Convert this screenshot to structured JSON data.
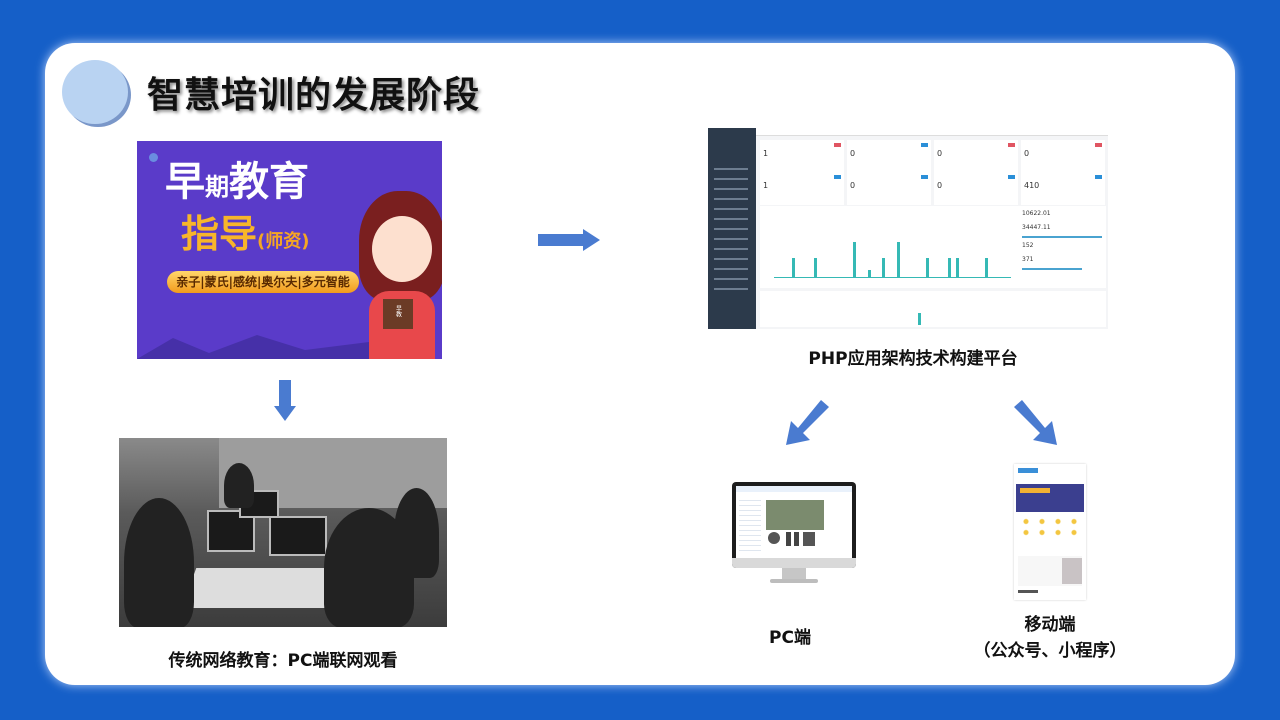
{
  "slide": {
    "title": "智慧培训的发展阶段"
  },
  "early_education": {
    "poster_title_1": "早",
    "poster_title_2": "期",
    "poster_title_3": "教育",
    "poster_subtitle": "指导",
    "poster_subtitle_note": "(师资)",
    "poster_tags": "亲子|蒙氏|感统|奥尔夫|多元智能",
    "book_label": "早教"
  },
  "traditional": {
    "caption": "传统网络教育：PC端联网观看"
  },
  "platform": {
    "caption": "PHP应用架构技术构建平台",
    "dashboard": {
      "stats": [
        "1",
        "0",
        "0",
        "0",
        "1",
        "0",
        "0",
        "410"
      ],
      "side_values": [
        "10622.01",
        "34447.11",
        "152",
        "371"
      ]
    }
  },
  "pc": {
    "caption": "PC端"
  },
  "mobile": {
    "caption": "移动端",
    "caption_sub": "（公众号、小程序）"
  },
  "colors": {
    "background": "#155fc8",
    "arrow": "#4a7bd0",
    "poster_purple": "#5a3bc9"
  }
}
